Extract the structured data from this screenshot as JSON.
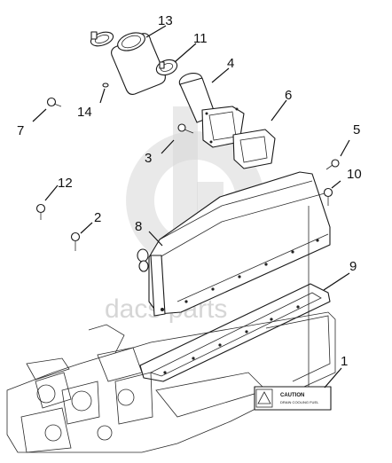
{
  "callouts": {
    "c1": "1",
    "c2": "2",
    "c3": "3",
    "c4": "4",
    "c5": "5",
    "c6": "6",
    "c7": "7",
    "c8": "8",
    "c9": "9",
    "c10": "10",
    "c11": "11",
    "c12": "12",
    "c13": "13",
    "c14": "14"
  },
  "caution_label": {
    "title": "CAUTION",
    "subtitle": "DRAIN COOLING FUEL"
  },
  "watermark": {
    "text": "dacs parts"
  }
}
